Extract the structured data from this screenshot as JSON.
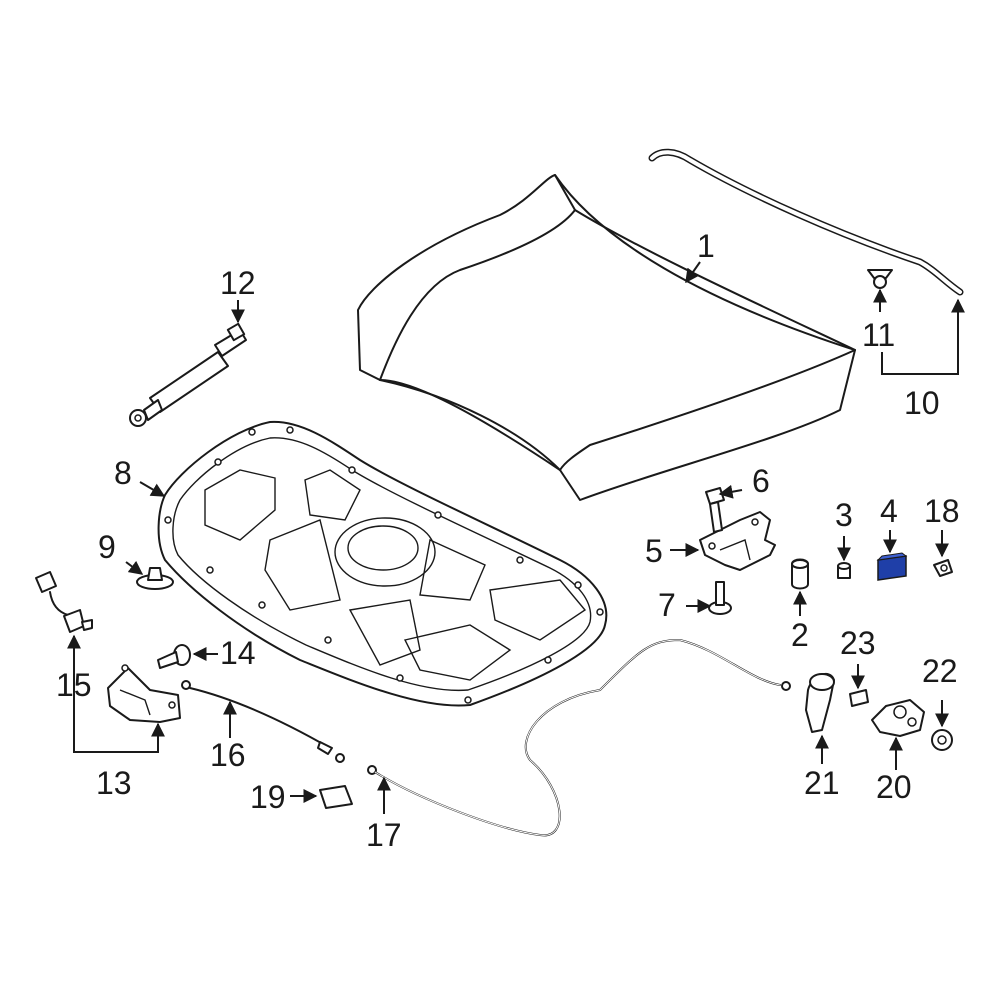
{
  "diagram": {
    "highlight_color": "#1f3fa8",
    "line_color": "#1a1a1a",
    "callouts": [
      {
        "id": "1",
        "text": "1"
      },
      {
        "id": "2",
        "text": "2"
      },
      {
        "id": "3",
        "text": "3"
      },
      {
        "id": "4",
        "text": "4"
      },
      {
        "id": "5",
        "text": "5"
      },
      {
        "id": "6",
        "text": "6"
      },
      {
        "id": "7",
        "text": "7"
      },
      {
        "id": "8",
        "text": "8"
      },
      {
        "id": "9",
        "text": "9"
      },
      {
        "id": "10",
        "text": "10"
      },
      {
        "id": "11",
        "text": "11"
      },
      {
        "id": "12",
        "text": "12"
      },
      {
        "id": "13",
        "text": "13"
      },
      {
        "id": "14",
        "text": "14"
      },
      {
        "id": "15",
        "text": "15"
      },
      {
        "id": "16",
        "text": "16"
      },
      {
        "id": "17",
        "text": "17"
      },
      {
        "id": "18",
        "text": "18"
      },
      {
        "id": "19",
        "text": "19"
      },
      {
        "id": "20",
        "text": "20"
      },
      {
        "id": "21",
        "text": "21"
      },
      {
        "id": "22",
        "text": "22"
      },
      {
        "id": "23",
        "text": "23"
      }
    ]
  }
}
